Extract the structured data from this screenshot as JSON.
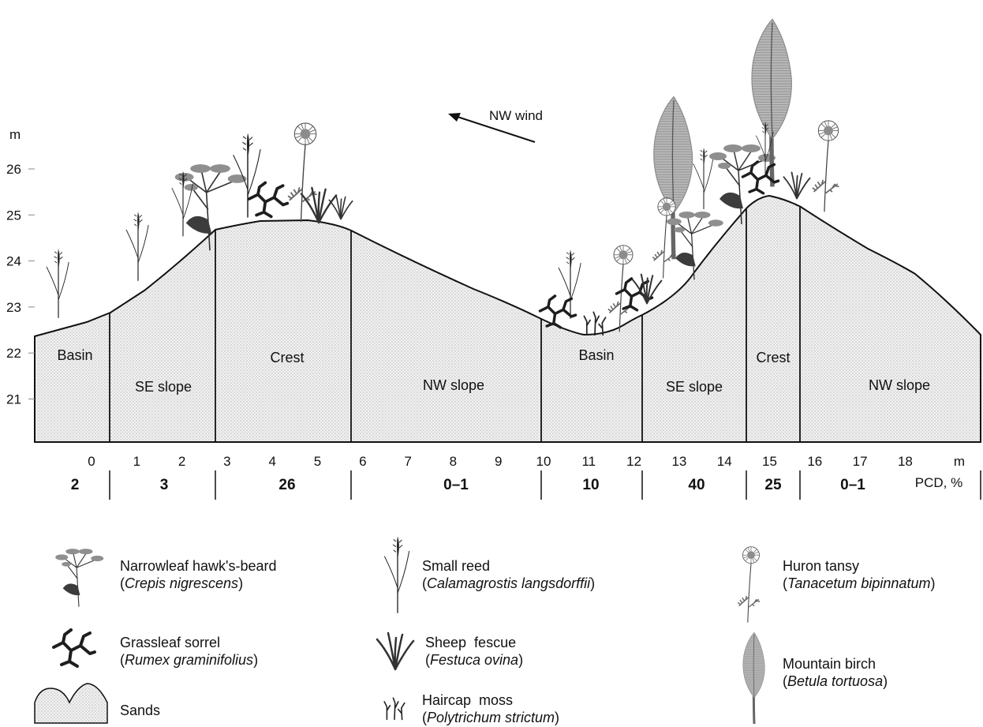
{
  "axis": {
    "y_unit": "m",
    "y_ticks": [
      "26",
      "25",
      "24",
      "23",
      "22",
      "21"
    ],
    "x_unit": "m",
    "x_ticks": [
      "0",
      "1",
      "2",
      "3",
      "4",
      "5",
      "6",
      "7",
      "8",
      "9",
      "10",
      "11",
      "12",
      "13",
      "14",
      "15",
      "16",
      "17",
      "18"
    ],
    "pcd_label": "PCD, %"
  },
  "wind_label": "NW wind",
  "zones": [
    {
      "name": "Basin",
      "pcd": "2"
    },
    {
      "name": "SE slope",
      "pcd": "3"
    },
    {
      "name": "Crest",
      "pcd": "26"
    },
    {
      "name": "NW slope",
      "pcd": "0–1"
    },
    {
      "name": "Basin",
      "pcd": "10"
    },
    {
      "name": "SE slope",
      "pcd": "40"
    },
    {
      "name": "Crest",
      "pcd": "25"
    },
    {
      "name": "NW slope",
      "pcd": "0–1"
    }
  ],
  "legend": {
    "hawksbeard": {
      "common": "Narrowleaf hawk's-beard",
      "latin": "Crepis nigrescens",
      "icon": "hawksbeard-icon"
    },
    "sorrel": {
      "common": "Grassleaf sorrel",
      "latin": "Rumex graminifolius",
      "icon": "sorrel-icon"
    },
    "sands": {
      "common": "Sands",
      "icon": "sands-icon"
    },
    "reed": {
      "common": "Small reed",
      "latin": "Calamagrostis langsdorffii",
      "icon": "reed-icon"
    },
    "fescue": {
      "common": "Sheep  fescue",
      "latin": "Festuca ovina",
      "icon": "fescue-icon"
    },
    "moss": {
      "common": "Haircap  moss",
      "latin": "Polytrichum strictum",
      "icon": "moss-icon"
    },
    "tansy": {
      "common": "Huron tansy",
      "latin": "Tanacetum bipinnatum",
      "icon": "tansy-icon"
    },
    "birch": {
      "common": "Mountain birch",
      "latin": "Betula tortuosa",
      "icon": "birch-icon"
    }
  },
  "colors": {
    "sand_fill": "#ececec",
    "plant_gray": "#9a9a9a",
    "plant_dark": "#222222",
    "line": "#111111"
  }
}
